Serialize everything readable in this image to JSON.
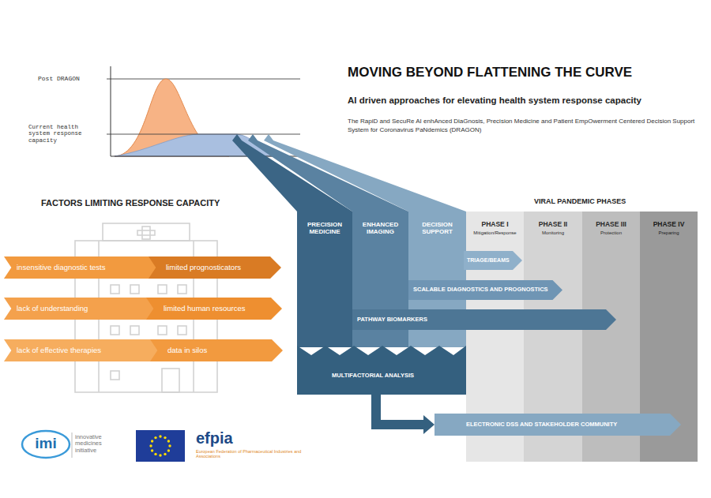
{
  "diagram": {
    "title": "MOVING BEYOND FLATTENING THE CURVE",
    "nodes": [
      {
        "text": [
          "PRECISION MEDICINE"
        ]
      },
      {
        "text": [
          "ENHANCED IMAGING"
        ]
      },
      {
        "text": [
          "DECISION SUPPORT"
        ]
      },
      {
        "text": [
          "PHASE I",
          "Mitigation/Response"
        ]
      },
      {
        "text": [
          "PHASE II",
          "Monitoring"
        ]
      },
      {
        "text": [
          "PHASE III",
          "Protection"
        ]
      },
      {
        "text": [
          "PHASE IV",
          "Preparing"
        ]
      },
      {
        "text": [
          "TRIAGE/BEAMS"
        ]
      },
      {
        "text": [
          "SCALABLE DIAGNOSTICS AND PROGNOSTICS"
        ]
      },
      {
        "text": [
          "PATHWAY BIOMARKERS"
        ]
      },
      {
        "text": [
          "MULTIFACTORIAL ANALYSIS"
        ]
      },
      {
        "text": [
          "ELECTRONIC DSS AND STAKEHOLDER COMMUNITY"
        ]
      },
      {
        "text": [
          "insensitive diagnostic tests"
        ]
      },
      {
        "text": [
          "limited prognosticators"
        ]
      },
      {
        "text": [
          "lack of understanding"
        ]
      },
      {
        "text": [
          "limited human resources"
        ]
      },
      {
        "text": [
          "lack of effective therapies"
        ]
      },
      {
        "text": [
          "data in silos"
        ]
      }
    ],
    "edges": [
      {
        "from": 10,
        "to": 11,
        "arrow": "to"
      }
    ],
    "labels": [
      "AI driven approaches for elevating health system response capacity",
      "The RapiD and SecuRe AI enhAnced DiaGnosis, Precision Medicine and Patient EmpOwerment Centered Decision Support System for Coronavirus PaNdemics (DRAGON)",
      "Post DRAGON",
      "Current health system response capacity",
      "FACTORS LIMITING RESPONSE CAPACITY",
      "VIRAL PANDEMIC PHASES",
      "imi",
      "innovative medicines initiative",
      "efpia",
      "European Federation of Pharmaceutical Industries and Associations"
    ]
  }
}
